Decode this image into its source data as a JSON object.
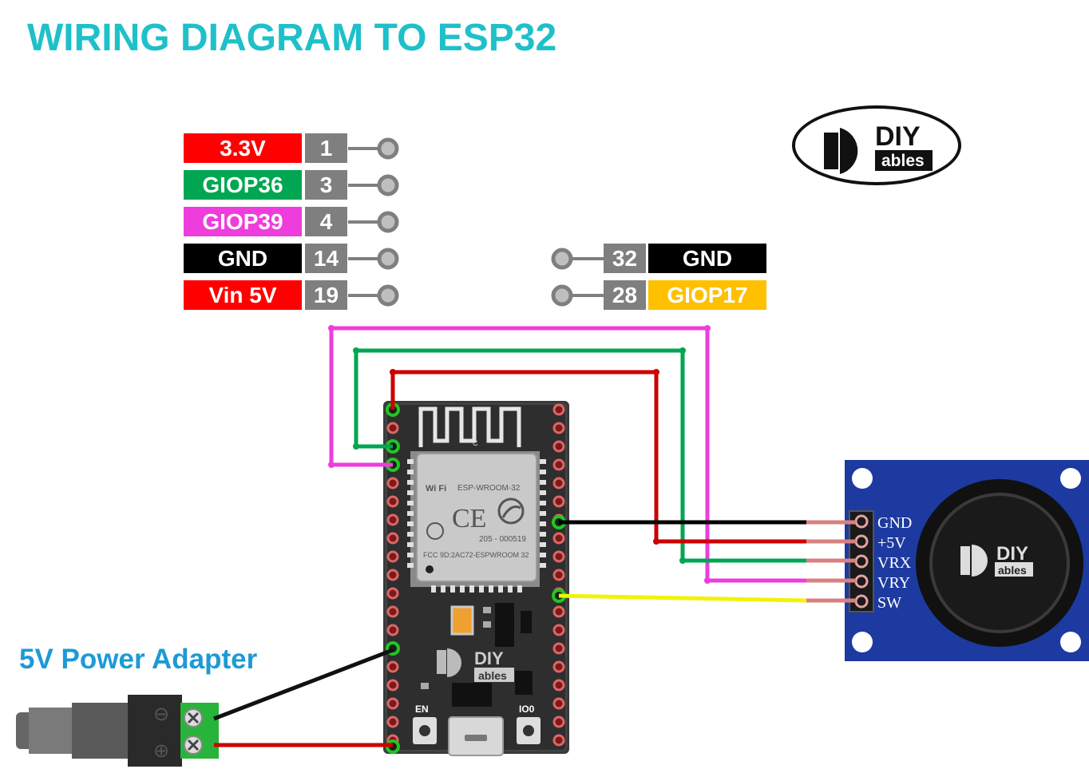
{
  "title": "WIRING DIAGRAM TO ESP32",
  "left_pins": [
    {
      "label": "3.3V",
      "number": "1",
      "color": "#ff0000"
    },
    {
      "label": "GIOP36",
      "number": "3",
      "color": "#00a651"
    },
    {
      "label": "GIOP39",
      "number": "4",
      "color": "#ee3ddc"
    },
    {
      "label": "GND",
      "number": "14",
      "color": "#000000"
    },
    {
      "label": "Vin 5V",
      "number": "19",
      "color": "#ff0000"
    }
  ],
  "right_pins": [
    {
      "label": "GND",
      "number": "32",
      "color": "#000000"
    },
    {
      "label": "GIOP17",
      "number": "28",
      "color": "#ffc000"
    }
  ],
  "power_adapter": {
    "label": "5V Power Adapter"
  },
  "logo": {
    "big": "DIY",
    "small": "ables"
  },
  "esp32": {
    "module_name": "ESP-WROOM-32",
    "wifi_text": "Wi Fi",
    "cert_number": "205 - 000519",
    "fcc_text": "FCC 9D:2AC72-ESPWROOM 32",
    "en_label": "EN",
    "io0_label": "IO0",
    "small_c": "C"
  },
  "joystick": {
    "pins": [
      "GND",
      "+5V",
      "VRX",
      "VRY",
      "SW"
    ]
  },
  "terminal_symbols": {
    "minus": "⊖",
    "plus": "⊕"
  }
}
